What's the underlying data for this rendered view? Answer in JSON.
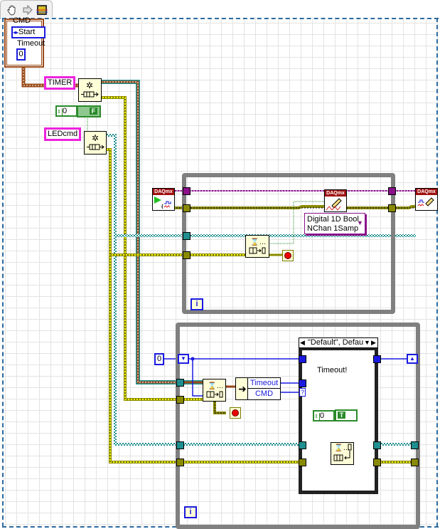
{
  "toolbar": {
    "icons": [
      "hand-tool-icon",
      "run-arrow-icon",
      "highlight-execution-icon"
    ]
  },
  "cluster": {
    "label": "CMD",
    "enum_value": "Start",
    "timeout_label": "Timeout",
    "timeout_value": "0"
  },
  "constants": {
    "timer_queue": "TIMER",
    "led_queue": "LEDcmd",
    "timer_numeric": "0",
    "bool_array_label": "F",
    "bool_array_label_t": "T",
    "wait_timeout": "0",
    "case_numeric": "0",
    "case_bool": "T"
  },
  "daqmx": {
    "start_label": "DAQmx",
    "write_label": "DAQmx",
    "clear_label": "DAQmx",
    "write_mode": [
      "Digital 1D Bool",
      "NChan 1Samp"
    ]
  },
  "loops": {
    "upper_iter": "i",
    "lower_iter": "i"
  },
  "case_structure": {
    "selector": "\"Default\", Defau",
    "message": "Timeout!"
  },
  "unbundle": {
    "fields": [
      "Timeout",
      "CMD"
    ]
  },
  "colors": {
    "cluster_wire": "#9a4a18",
    "queue_wire": "#1f8f8f",
    "error_wire": "#8a8a00",
    "daq_task_wire": "#8a108a",
    "numeric_wire": "#1a1ae0",
    "bool_wire": "#2a8a2a",
    "loop_border": "#808080"
  }
}
